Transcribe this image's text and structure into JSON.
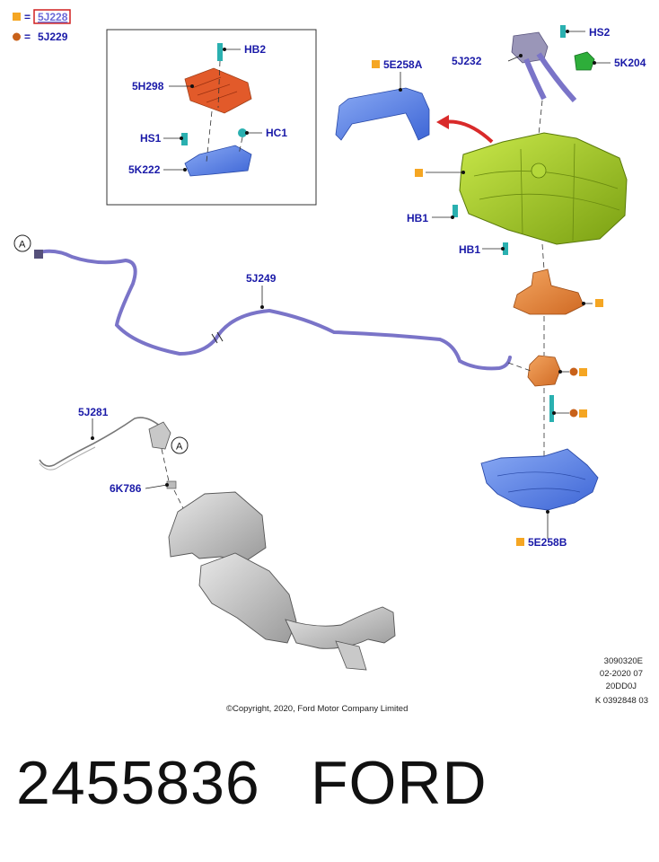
{
  "legend": {
    "items": [
      {
        "symbol": "square",
        "color": "#f5a623",
        "equals": "=",
        "code": "5J228",
        "highlighted": true
      },
      {
        "symbol": "circle",
        "color": "#c8611a",
        "equals": "=",
        "code": "5J229",
        "highlighted": false
      }
    ]
  },
  "callouts": {
    "hb2": "HB2",
    "h298": "5H298",
    "hs1": "HS1",
    "hc1": "HC1",
    "k222": "5K222",
    "e258a": "5E258A",
    "j232": "5J232",
    "hs2": "HS2",
    "k204": "5K204",
    "hb1a": "HB1",
    "hb1b": "HB1",
    "j249": "5J249",
    "j281": "5J281",
    "k786": "6K786",
    "e258b": "5E258B",
    "ref_a1": "A",
    "ref_a2": "A"
  },
  "colors": {
    "label": "#1a1aa8",
    "tank": "#9ccc1c",
    "shield_blue": "#5a85e6",
    "heat_orange": "#e25a2a",
    "pump_orange": "#e88a3a",
    "pipe_purple": "#7a74c8",
    "clip_teal": "#2ab0b0",
    "sensor_green": "#2eae3a",
    "catalyst_gray": "#b8b8b8"
  },
  "doc_codes": [
    "3090320E",
    "02-2020 07",
    "20DD0J",
    "K 0392848 03"
  ],
  "copyright": "©Copyright, 2020, Ford Motor Company Limited",
  "part_number": "2455836",
  "brand": "FORD"
}
